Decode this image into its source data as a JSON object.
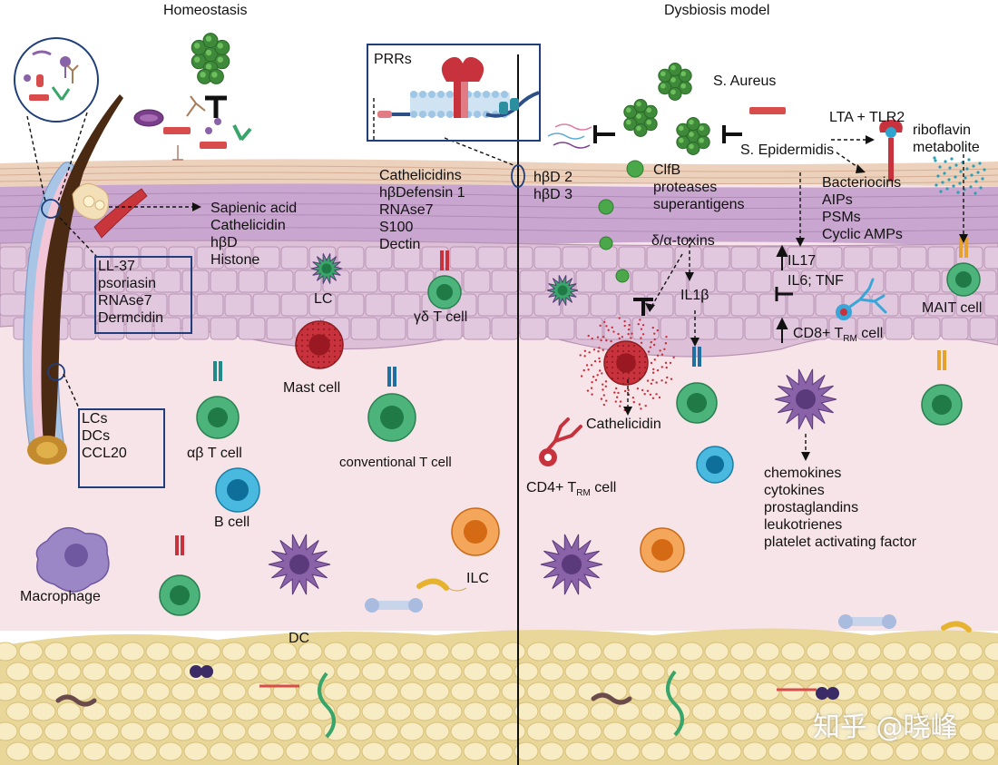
{
  "titles": {
    "left": "Homeostasis",
    "right": "Dysbiosis model"
  },
  "prr_box": {
    "label": "PRRs"
  },
  "left": {
    "hair_box": [
      "LL-37",
      "psoriasin",
      "RNAse7",
      "Dermcidin"
    ],
    "lower_box": [
      "LCs",
      "DCs",
      "CCL20"
    ],
    "sebaceous_products": [
      "Sapienic acid",
      "Cathelicidin",
      "hβD",
      "Histone"
    ],
    "epidermal_amps": [
      "Cathelicidins",
      "hβDefensin 1",
      "RNAse7",
      "S100",
      "Dectin"
    ],
    "cells": {
      "lc": "LC",
      "gd_t": "γδ T cell",
      "mast": "Mast cell",
      "ab_t": "αβ T cell",
      "conv_t": "conventional T cell",
      "b_cell": "B cell",
      "ilc": "ILC",
      "macrophage": "Macrophage",
      "dc": "DC"
    }
  },
  "right": {
    "hbd": [
      "hβD 2",
      "hβD 3"
    ],
    "s_aureus": "S. Aureus",
    "s_aureus_factors": [
      "ClfB",
      "proteases",
      "superantigens"
    ],
    "toxins": "δ/α-toxins",
    "il1b": "IL1β",
    "cathelicidin": "Cathelicidin",
    "cd4_trm": {
      "prefix": "CD4+ T",
      "sub": "RM",
      "suffix": " cell"
    },
    "lta": "LTA + TLR2",
    "s_epidermidis": "S. Epidermidis",
    "riboflavin": [
      "riboflavin",
      "metabolite"
    ],
    "epi_factors": [
      "Bacteriocins",
      "AIPs",
      "PSMs",
      "Cyclic AMPs"
    ],
    "il17": "IL17",
    "il6": "IL6; TNF",
    "cd8_trm": {
      "prefix": "CD8+ T",
      "sub": "RM",
      "suffix": " cell"
    },
    "mait": "MAIT cell",
    "mediators": [
      "chemokines",
      "cytokines",
      "prostaglandins",
      "leukotrienes",
      "platelet activating factor"
    ]
  },
  "watermark": "知乎 @晓峰",
  "colors": {
    "dermis": "#f7e4e8",
    "epidermis": "#e3c6dc",
    "basal_cell": "#d6b3cf",
    "stratum_corneum": "#ecd2bd",
    "fat": "#f3e6b8",
    "box_border": "#1f3e7a",
    "t_cell": "#3aa56a",
    "b_cell": "#2fa4cf",
    "ilc": "#e88a2e",
    "dc": "#8a62a8",
    "mast": "#c8323c",
    "bacteria": "#3f8a3a"
  },
  "icons": [
    "hair-follicle-icon",
    "bacteria-cluster-icon",
    "receptor-icon",
    "inhibition-bar-icon",
    "cell-icon",
    "dendritic-cell-icon",
    "mast-cell-icon",
    "macrophage-icon",
    "adipocyte-icon"
  ]
}
